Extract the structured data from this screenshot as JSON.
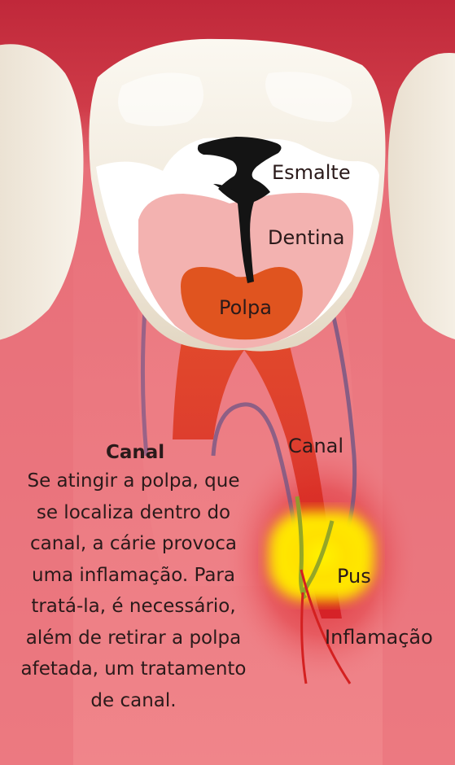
{
  "labels": {
    "esmalte": "Esmalte",
    "dentina": "Dentina",
    "polpa": "Polpa",
    "canal": "Canal",
    "pus": "Pus",
    "inflamacao": "Inflamação"
  },
  "caption": {
    "title": "Canal",
    "body": "Se atingir a polpa, que se localiza dentro do canal, a cárie provoca uma inflamação. Para tratá-la, é necessário, além de retirar a polpa afetada, um tratamento de canal."
  },
  "colors": {
    "gum_top": "#c0283a",
    "gum": "#ef7a80",
    "enamel": "#f7f1e6",
    "dentin": "#f3b2b0",
    "pulp": "#e0541f",
    "pus": "#ffe000",
    "inflammation": "#d01818"
  }
}
